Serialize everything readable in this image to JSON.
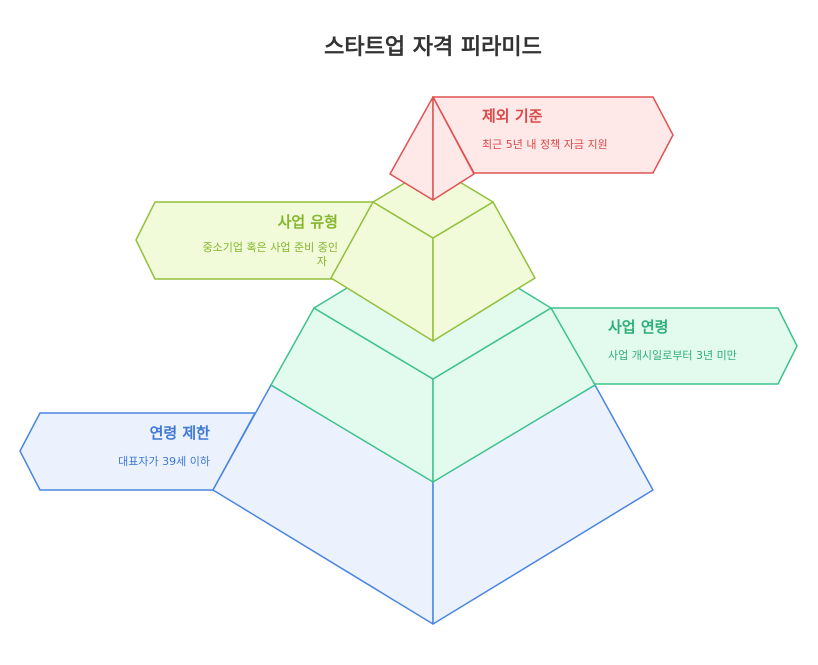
{
  "diagram": {
    "title": "스타트업 자격 피라미드",
    "levels": [
      {
        "id": "exclusion",
        "title": "제외 기준",
        "description": [
          "최근 5년 내 정책 자금 지원"
        ],
        "stroke": "#e05252",
        "fill": "#ffe8e8",
        "text_color": "#d94a4a"
      },
      {
        "id": "business-type",
        "title": "사업 유형",
        "description": [
          "중소기업 혹은 사업 준비 중인",
          "자"
        ],
        "stroke": "#93bf3c",
        "fill": "#f1fbd9",
        "text_color": "#86b52e"
      },
      {
        "id": "business-age",
        "title": "사업 연령",
        "description": [
          "사업 개시일로부터 3년 미만"
        ],
        "stroke": "#3ec28c",
        "fill": "#e2fbee",
        "text_color": "#2fae78"
      },
      {
        "id": "age-limit",
        "title": "연령 제한",
        "description": [
          "대표자가 39세 이하"
        ],
        "stroke": "#4a86e0",
        "fill": "#ecf2fd",
        "text_color": "#3f78d6"
      }
    ]
  }
}
